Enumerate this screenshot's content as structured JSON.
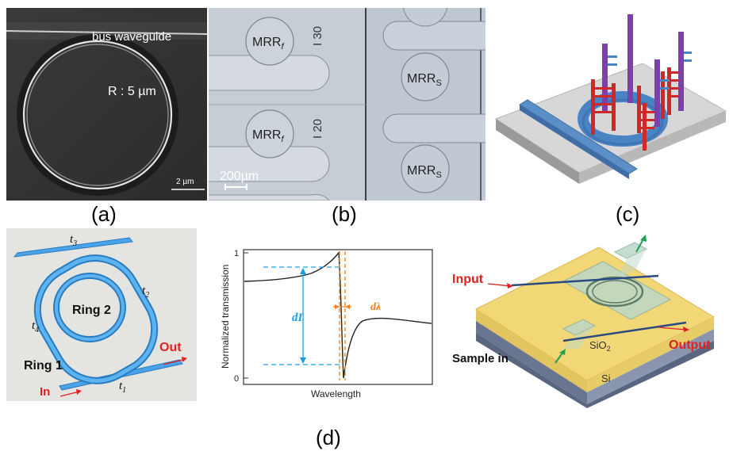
{
  "panel_a": {
    "bus_label": "bus waveguide",
    "radius_label": "R : 5 µm",
    "scale_label": "2 µm",
    "caption": "(a)"
  },
  "panel_b": {
    "mrr_f": "MRR",
    "mrr_f_sub": "f",
    "mrr_s": "MRR",
    "mrr_s_sub": "S",
    "mark_30": "30",
    "mark_20": "20",
    "scale_label": "200µm",
    "caption": "(b)"
  },
  "panel_c": {
    "caption": "(c)"
  },
  "panel_ring": {
    "t3": "t",
    "t3_sub": "3",
    "t2": "t",
    "t2_sub": "2",
    "t4": "t",
    "t4_sub": "4",
    "t1": "t",
    "t1_sub": "1",
    "ring2": "Ring 2",
    "ring1": "Ring 1",
    "out": "Out",
    "in": "In"
  },
  "panel_d": {
    "ylabel": "Normalized transmission",
    "xlabel": "Wavelength",
    "ytick_top": "1",
    "ytick_bottom": "0",
    "dI": "dI",
    "dlambda": "dλ",
    "caption": "(d)"
  },
  "panel_sensor": {
    "input": "Input",
    "output": "Output",
    "sample_in": "Sample in",
    "sio2": "SiO",
    "sio2_sub": "2",
    "si": "Si"
  },
  "colors": {
    "waveguide_blue": "#4a9be0",
    "label_red": "#e02020",
    "dashed_blue": "#1a9fe0",
    "dashed_orange": "#f08020",
    "sio2_yellow": "#f2d777"
  }
}
